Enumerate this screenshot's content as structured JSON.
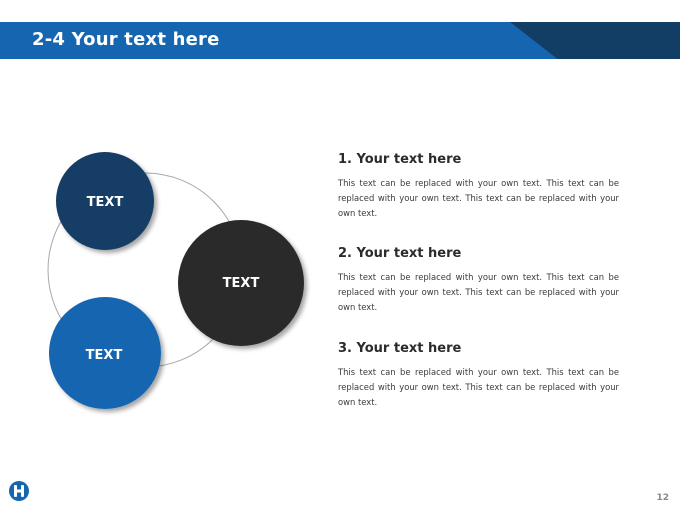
{
  "header": {
    "title": "2-4 Your text here"
  },
  "diagram": {
    "circles": [
      {
        "label": "TEXT",
        "color": "#123e65"
      },
      {
        "label": "TEXT",
        "color": "#2a2a2a"
      },
      {
        "label": "TEXT",
        "color": "#1565b0"
      }
    ]
  },
  "items": [
    {
      "heading": "1. Your text here",
      "body": "This text can be replaced with your own text. This text can be replaced with your own text. This text can be replaced with your own text."
    },
    {
      "heading": "2. Your text here",
      "body": "This text can be replaced with your own text. This text can be replaced with your own text. This text can be replaced with your own text."
    },
    {
      "heading": "3. Your text here",
      "body": "This text can be replaced with your own text. This text can be replaced with your own text. This text can be replaced with your own text."
    }
  ],
  "footer": {
    "page_number": "12",
    "logo_icon": "company-logo-icon"
  },
  "colors": {
    "primary": "#1565b0",
    "dark_blue": "#123e65",
    "charcoal": "#2a2a2a"
  }
}
